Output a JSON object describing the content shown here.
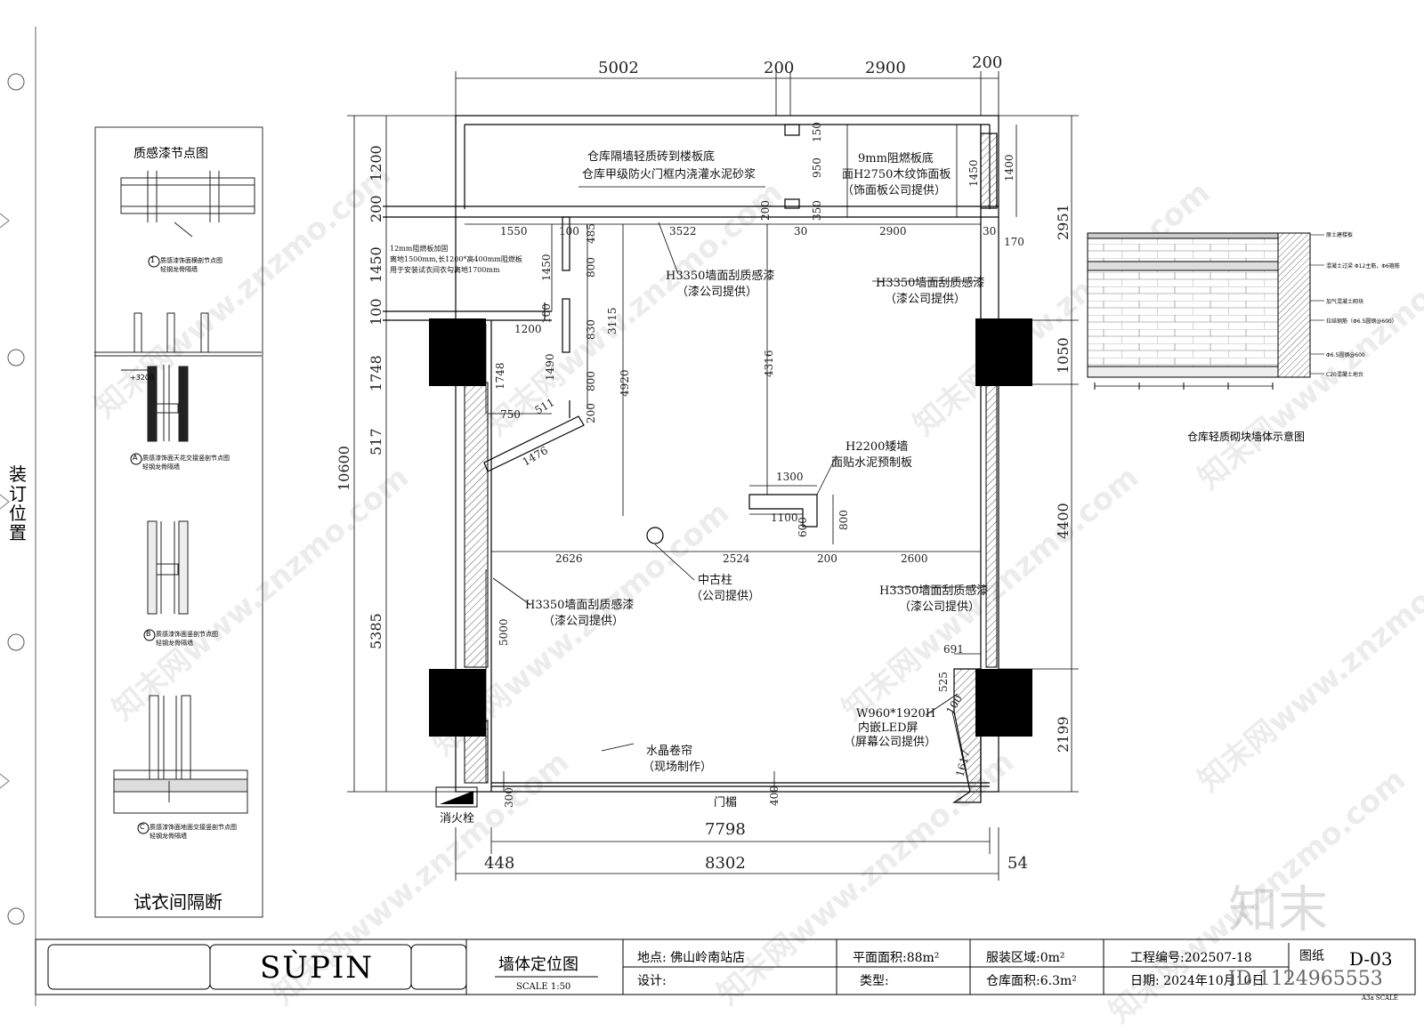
{
  "binding": {
    "label": "装订位置"
  },
  "detail_panel": {
    "title": "质感漆节点图",
    "bottom_label": "试衣间隔断",
    "node1": {
      "mark": "1",
      "line1": "质感漆饰面横剖节点图",
      "line2": "轻钢龙骨隔墙"
    },
    "nodeA": {
      "mark": "A",
      "line1": "质感漆饰面天花交接竖剖节点图",
      "line2": "轻钢龙骨隔墙",
      "level": "+3200"
    },
    "nodeB": {
      "mark": "B",
      "line1": "质感漆饰面竖剖节点图",
      "line2": "轻钢龙骨隔墙"
    },
    "nodeC": {
      "mark": "C",
      "line1": "质感漆饰面地面交接竖剖节点图",
      "line2": "轻钢龙骨隔墙"
    }
  },
  "plan": {
    "top_dims": [
      "5002",
      "200",
      "2900",
      "200"
    ],
    "left_dims": [
      "1200",
      "200",
      "1450",
      "100",
      "1748",
      "517",
      "5385"
    ],
    "left_total": "10600",
    "right_dims": [
      "2951",
      "1050",
      "4400",
      "2199"
    ],
    "right_small": [
      "1450",
      "1400",
      "170"
    ],
    "bottom_dims": {
      "total_inner": "7798",
      "total": "8302",
      "left_offset": "448",
      "right_offset": "54"
    },
    "inner_dims": {
      "row1": [
        "1550",
        "100",
        "485",
        "3522",
        "200",
        "30",
        "2900",
        "30"
      ],
      "d950": "950",
      "d150": "150",
      "d350": "350",
      "fitting": [
        "1450",
        "800",
        "100",
        "1200",
        "830",
        "3115",
        "1748",
        "1490",
        "800",
        "4920",
        "200",
        "750",
        "511",
        "1476"
      ],
      "d4316": "4316",
      "low_wall": [
        "1300",
        "1100",
        "600",
        "800"
      ],
      "row2": [
        "2626",
        "2524",
        "200",
        "2600"
      ],
      "d5000": "5000",
      "led": [
        "691",
        "525",
        "100",
        "1617"
      ],
      "bottom": [
        "300",
        "400"
      ]
    },
    "notes": {
      "warehouse_1": "仓库隔墙轻质砖到楼板底",
      "warehouse_2": "仓库甲级防火门框内浇灌水泥砂浆",
      "board_1": "9mm阻燃板底",
      "board_2": "面H2750木纹饰面板",
      "board_3": "（饰面板公司提供）",
      "fire_1": "12mm阻燃板加固",
      "fire_2": "离地1500mm,长1200*高400mm阻燃板",
      "fire_3": "用于安装试衣间衣勾离地1700mm",
      "paint_a1": "H3350墙面刮质感漆",
      "paint_a2": "（漆公司提供）",
      "paint_b1": "H3350墙面刮质感漆",
      "paint_b2": "（漆公司提供）",
      "low_1": "H2200矮墙",
      "low_2": "面贴水泥预制板",
      "column_1": "中古柱",
      "column_2": "（公司提供）",
      "paint_c1": "H3350墙面刮质感漆",
      "paint_c2": "（漆公司提供）",
      "paint_d1": "H3350墙面刮质感漆",
      "paint_d2": "（漆公司提供）",
      "led_1": "W960*1920H",
      "led_2": "内嵌LED屏",
      "led_3": "（屏幕公司提供）",
      "curtain_1": "水晶卷帘",
      "curtain_2": "（现场制作）",
      "lintel": "门楣",
      "hydrant": "消火栓"
    }
  },
  "section": {
    "title": "仓库轻质砌块墙体示意图",
    "labels": [
      "原土建楼板",
      "混凝土过梁 Φ12主筋，Φ6箍筋",
      "加气混凝土砌块",
      "拉结钢筋（Φ6.5圆钢@600）",
      "Φ6.5圆钢@600",
      "C20混凝土地台"
    ]
  },
  "title_block": {
    "brand": "SÙPIN",
    "drawing_title": "墙体定位图",
    "scale": "SCALE  1:50",
    "location": "地点: 佛山岭南站店",
    "design": "设计:",
    "plan_area": "平面面积:88m²",
    "type": "类型:",
    "clothing_area": "服装区域:0m²",
    "warehouse_area": "仓库面积:6.3m²",
    "project_no": "工程编号:202507-18",
    "date": "日期: 2024年10月10日",
    "sheet_label": "图纸",
    "sheet_no": "D-03",
    "paper": "A3a  SCALE",
    "id_tag": "ID:1124965553"
  },
  "watermark": {
    "brand": "知末",
    "site": "知末网www.znzmo.com"
  }
}
